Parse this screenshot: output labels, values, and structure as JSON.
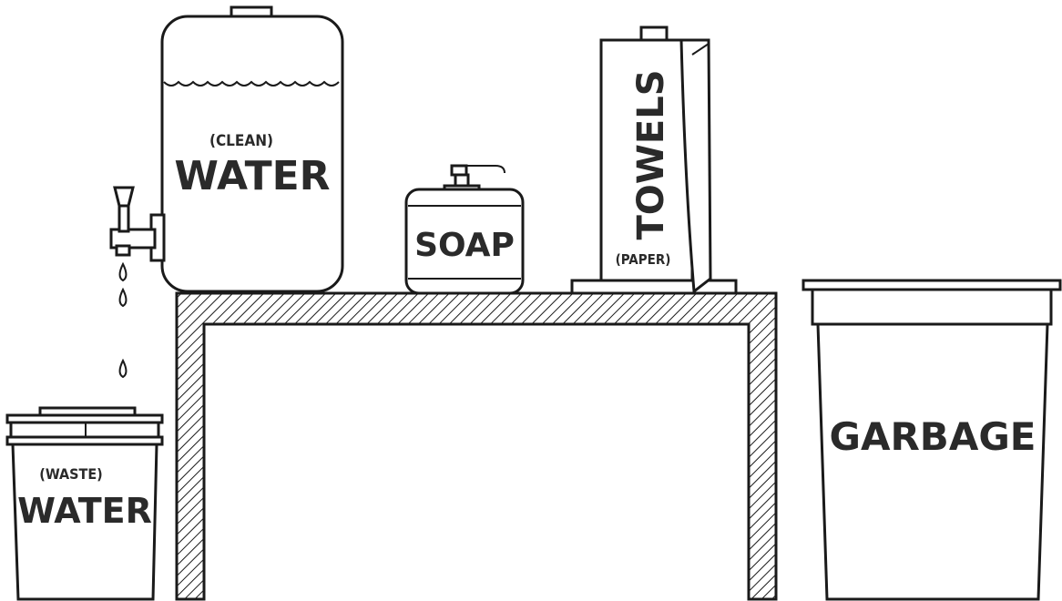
{
  "labels": {
    "clean_water_qualifier": "(CLEAN)",
    "clean_water": "WATER",
    "soap": "SOAP",
    "towels": "TOWELS",
    "towels_qualifier": "(PAPER)",
    "waste_water_qualifier": "(WASTE)",
    "waste_water": "WATER",
    "garbage": "GARBAGE"
  },
  "colors": {
    "ink": "#1a1a1a",
    "label": "#2a2a2a",
    "background": "#ffffff"
  }
}
